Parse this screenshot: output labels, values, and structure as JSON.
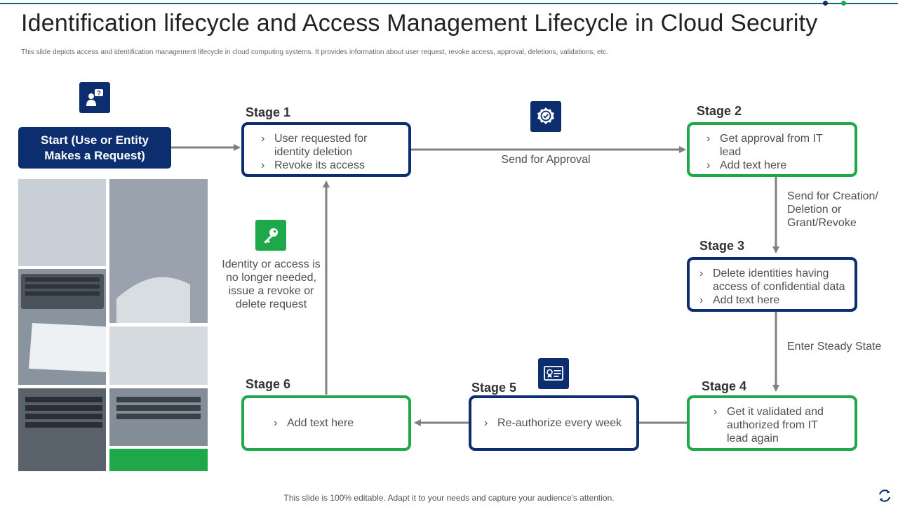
{
  "title": "Identification lifecycle and Access Management Lifecycle in Cloud Security",
  "subtitle": "This slide depicts access and identification management  lifecycle in cloud computing systems. It provides information about user request, revoke access, approval, deletions, validations, etc.",
  "start": {
    "label": "Start (Use or Entity Makes a Request)"
  },
  "stages": [
    {
      "label": "Stage 1",
      "items": [
        "User requested for identity deletion",
        "Revoke its access"
      ]
    },
    {
      "label": "Stage 2",
      "items": [
        "Get approval from IT lead",
        "Add text here"
      ]
    },
    {
      "label": "Stage 3",
      "items": [
        "Delete identities having access of confidential data",
        "Add text here"
      ]
    },
    {
      "label": "Stage 4",
      "items": [
        "Get it validated and authorized from IT lead again"
      ]
    },
    {
      "label": "Stage 5",
      "items": [
        "Re-authorize  every week"
      ]
    },
    {
      "label": "Stage 6",
      "items": [
        "Add text here"
      ]
    }
  ],
  "flows": {
    "send_for_approval": "Send for Approval",
    "send_for_creation": "Send for Creation/ Deletion or Grant/Revoke",
    "enter_steady_state": "Enter Steady State",
    "revoke_request": "Identity  or access is no longer needed, issue a revoke or delete request"
  },
  "footer": "This slide is 100% editable. Adapt it to your needs and capture your audience's attention.",
  "icons": [
    "user-question-icon",
    "badge-check-icon",
    "key-icon",
    "certificate-icon",
    "refresh-icon"
  ],
  "colors": {
    "navy": "#0c2e6e",
    "green": "#1fa84a",
    "arrow": "#808080"
  }
}
